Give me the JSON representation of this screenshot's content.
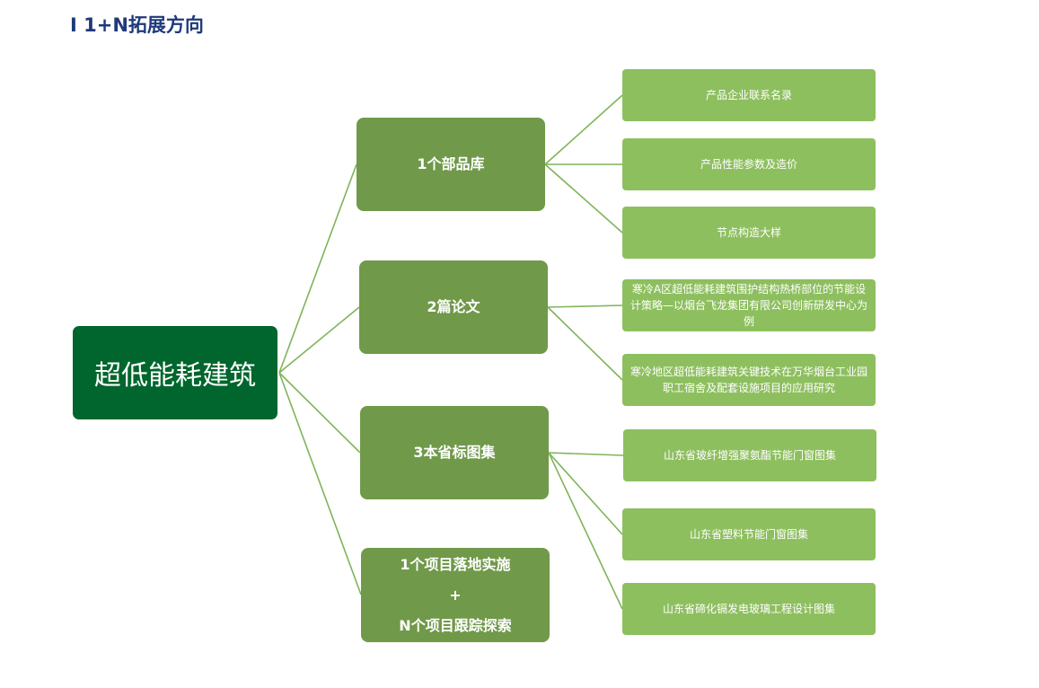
{
  "header": {
    "title": "I 1+N拓展方向"
  },
  "diagram": {
    "root": "超低能耗建筑",
    "branches": [
      {
        "label": [
          "1个部品库"
        ],
        "children": [
          "产品企业联系名录",
          "产品性能参数及造价",
          "节点构造大样"
        ]
      },
      {
        "label": [
          "2篇论文"
        ],
        "children": [
          "寒冷A区超低能耗建筑围护结构热桥部位的节能设计策略—以烟台飞龙集团有限公司创新研发中心为例",
          "寒冷地区超低能耗建筑关键技术在万华烟台工业园职工宿舍及配套设施项目的应用研究"
        ]
      },
      {
        "label": [
          "3本省标图集"
        ],
        "children": [
          "山东省玻纤增强聚氨酯节能门窗图集",
          "山东省塑料节能门窗图集",
          "山东省碲化镉发电玻璃工程设计图集"
        ]
      },
      {
        "label": [
          "1个项目落地实施",
          "+",
          "N个项目跟踪探索"
        ],
        "children": []
      }
    ]
  },
  "colors": {
    "title": "#1f3a7a",
    "root": "#00662d",
    "branch": "#70994a",
    "leaf": "#8ebf5f",
    "connector": "#7fb45a"
  }
}
